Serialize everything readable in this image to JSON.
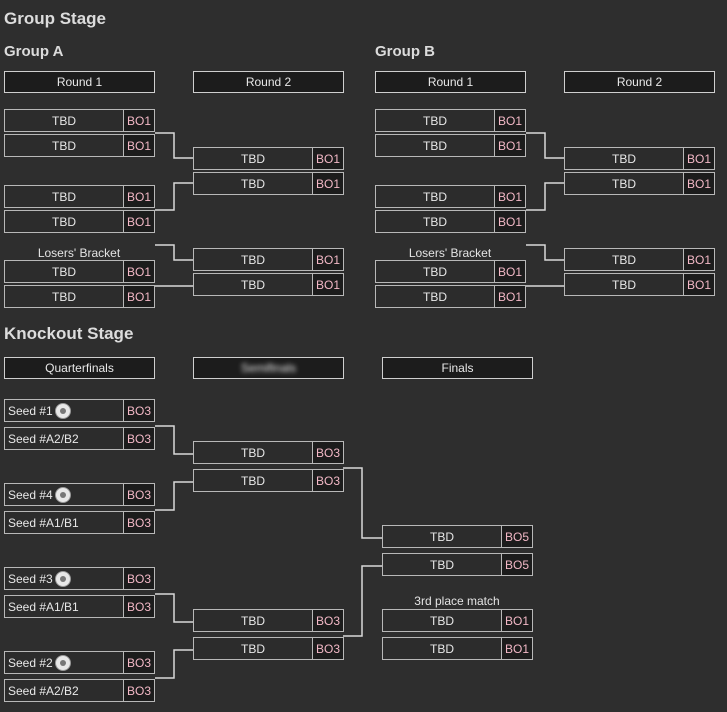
{
  "group_stage": {
    "title": "Group Stage",
    "groups": [
      {
        "name": "Group A",
        "round1_label": "Round 1",
        "round2_label": "Round 2",
        "losers_label": "Losers' Bracket",
        "r1": [
          "TBD",
          "TBD",
          "TBD",
          "TBD"
        ],
        "r1_bo": [
          "BO1",
          "BO1",
          "BO1",
          "BO1"
        ],
        "losers": [
          "TBD",
          "TBD"
        ],
        "losers_bo": [
          "BO1",
          "BO1"
        ],
        "r2": [
          "TBD",
          "TBD"
        ],
        "r2_bo": [
          "BO1",
          "BO1"
        ],
        "r2b": [
          "TBD",
          "TBD"
        ],
        "r2b_bo": [
          "BO1",
          "BO1"
        ]
      },
      {
        "name": "Group B",
        "round1_label": "Round 1",
        "round2_label": "Round 2",
        "losers_label": "Losers' Bracket",
        "r1": [
          "TBD",
          "TBD",
          "TBD",
          "TBD"
        ],
        "r1_bo": [
          "BO1",
          "BO1",
          "BO1",
          "BO1"
        ],
        "losers": [
          "TBD",
          "TBD"
        ],
        "losers_bo": [
          "BO1",
          "BO1"
        ],
        "r2": [
          "TBD",
          "TBD"
        ],
        "r2_bo": [
          "BO1",
          "BO1"
        ],
        "r2b": [
          "TBD",
          "TBD"
        ],
        "r2b_bo": [
          "BO1",
          "BO1"
        ]
      }
    ]
  },
  "knockout": {
    "title": "Knockout Stage",
    "quarterfinals_label": "Quarterfinals",
    "semifinals_label": "Semifinals",
    "finals_label": "Finals",
    "third_place_label": "3rd place match",
    "qf": [
      {
        "name": "Seed #1",
        "bo": "BO3",
        "seal": true
      },
      {
        "name": "Seed #A2/B2",
        "bo": "BO3",
        "seal": false
      },
      {
        "name": "Seed #4",
        "bo": "BO3",
        "seal": true
      },
      {
        "name": "Seed #A1/B1",
        "bo": "BO3",
        "seal": false
      },
      {
        "name": "Seed #3",
        "bo": "BO3",
        "seal": true
      },
      {
        "name": "Seed #A1/B1",
        "bo": "BO3",
        "seal": false
      },
      {
        "name": "Seed #2",
        "bo": "BO3",
        "seal": true
      },
      {
        "name": "Seed #A2/B2",
        "bo": "BO3",
        "seal": false
      }
    ],
    "sf": [
      {
        "name": "TBD",
        "bo": "BO3"
      },
      {
        "name": "TBD",
        "bo": "BO3"
      },
      {
        "name": "TBD",
        "bo": "BO3"
      },
      {
        "name": "TBD",
        "bo": "BO3"
      }
    ],
    "final": [
      {
        "name": "TBD",
        "bo": "BO5"
      },
      {
        "name": "TBD",
        "bo": "BO5"
      }
    ],
    "third": [
      {
        "name": "TBD",
        "bo": "BO1"
      },
      {
        "name": "TBD",
        "bo": "BO1"
      }
    ]
  }
}
